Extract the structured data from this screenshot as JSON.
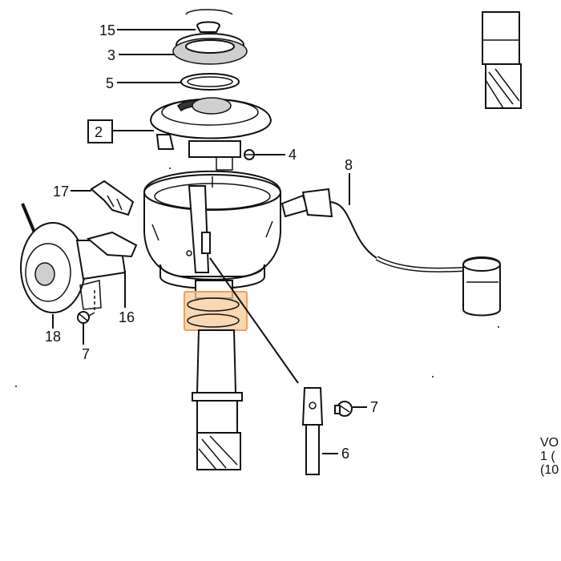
{
  "labels": {
    "l15": "15",
    "l3": "3",
    "l5": "5",
    "l2": "2",
    "l4": "4",
    "l8": "8",
    "l17": "17",
    "l16": "16",
    "l18": "18",
    "l7a": "7",
    "l7b": "7",
    "l6": "6"
  },
  "corner_text": {
    "line1": "VO",
    "line2": "1  (",
    "line3": "(10"
  },
  "colors": {
    "highlight_fill": "#f6c99a",
    "highlight_stroke": "#f0a050",
    "ink": "#111111"
  }
}
